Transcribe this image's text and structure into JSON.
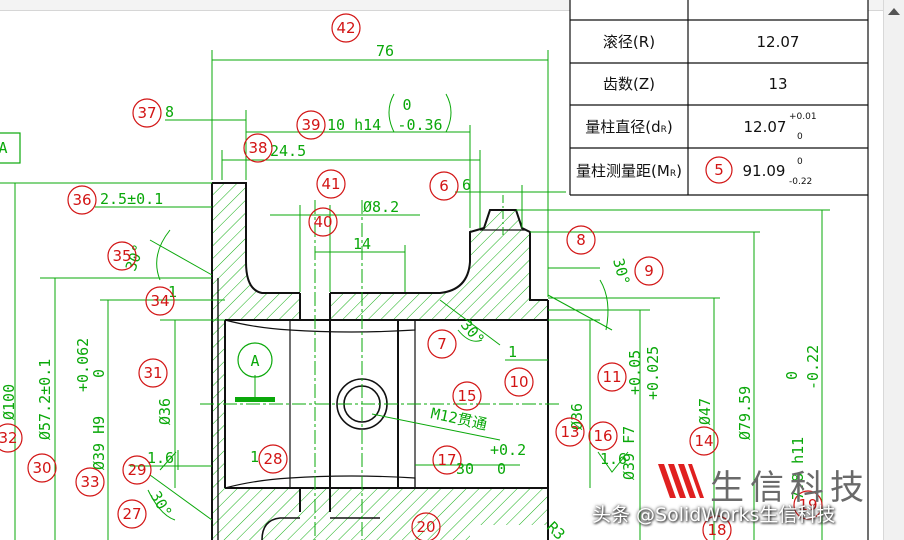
{
  "gear_table": {
    "rows": [
      {
        "label": "滚径(R)",
        "value": "12.07"
      },
      {
        "label": "齿数(Z)",
        "value": "13"
      },
      {
        "label": "量柱直径(d",
        "label_sub": "R",
        "label_end": ")",
        "value": "12.07",
        "tol_upper": "+0.01",
        "tol_lower": "0"
      },
      {
        "label": "量柱测量距(M",
        "label_sub": "R",
        "label_end": ")",
        "balloon": "5",
        "value": "91.09",
        "tol_upper": "0",
        "tol_lower": "-0.22"
      }
    ]
  },
  "dimensions": {
    "d76": "76",
    "d37": "8",
    "d39_base": "10 h14",
    "d39_tol_up": "0",
    "d39_tol_dn": "-0.36",
    "d38": "24.5",
    "d36": "2.5±0.1",
    "d40": "Ø8.2",
    "d14": "14",
    "d6": "6",
    "ang35": "30°",
    "ang9": "30°",
    "ang7": "30°",
    "ang27": "30°",
    "d34": "1",
    "d10": "1",
    "d28": "1",
    "d29": "1.6",
    "d16": "1.6",
    "d32": "Ø100",
    "d30": "Ø57.2±0.1",
    "d33_base": "Ø39 H9",
    "d33_up": "+0.062",
    "d33_dn": "0",
    "d31": "Ø36",
    "d13": "Ø36",
    "d12_base": "Ø39 F7",
    "d12_up": "+0.05",
    "d12_dn": "+0.025",
    "d14v": "Ø47",
    "d79": "Ø79.59",
    "d19_base": "7.8 h11",
    "d19_up": "0",
    "d19_dn": "-0.22",
    "thread": "M12贯通",
    "d17": "30",
    "d17_up": "+0.2",
    "d17_dn": "0",
    "r3": "R3",
    "datum": "A",
    "datum_left": "A"
  },
  "balloons": [
    "42",
    "37",
    "39",
    "38",
    "41",
    "40",
    "6",
    "36",
    "35",
    "34",
    "8",
    "9",
    "7",
    "31",
    "15",
    "10",
    "11",
    "32",
    "30",
    "33",
    "29",
    "28",
    "17",
    "13",
    "16",
    "14",
    "27",
    "20",
    "18",
    "19"
  ],
  "watermark": {
    "brand": "生信科技",
    "handle": "头条 @SolidWorks生信科技"
  },
  "colors": {
    "part": "#111111",
    "dimension": "#0aa80a",
    "balloon": "#d21414",
    "hatch": "#18b018"
  }
}
